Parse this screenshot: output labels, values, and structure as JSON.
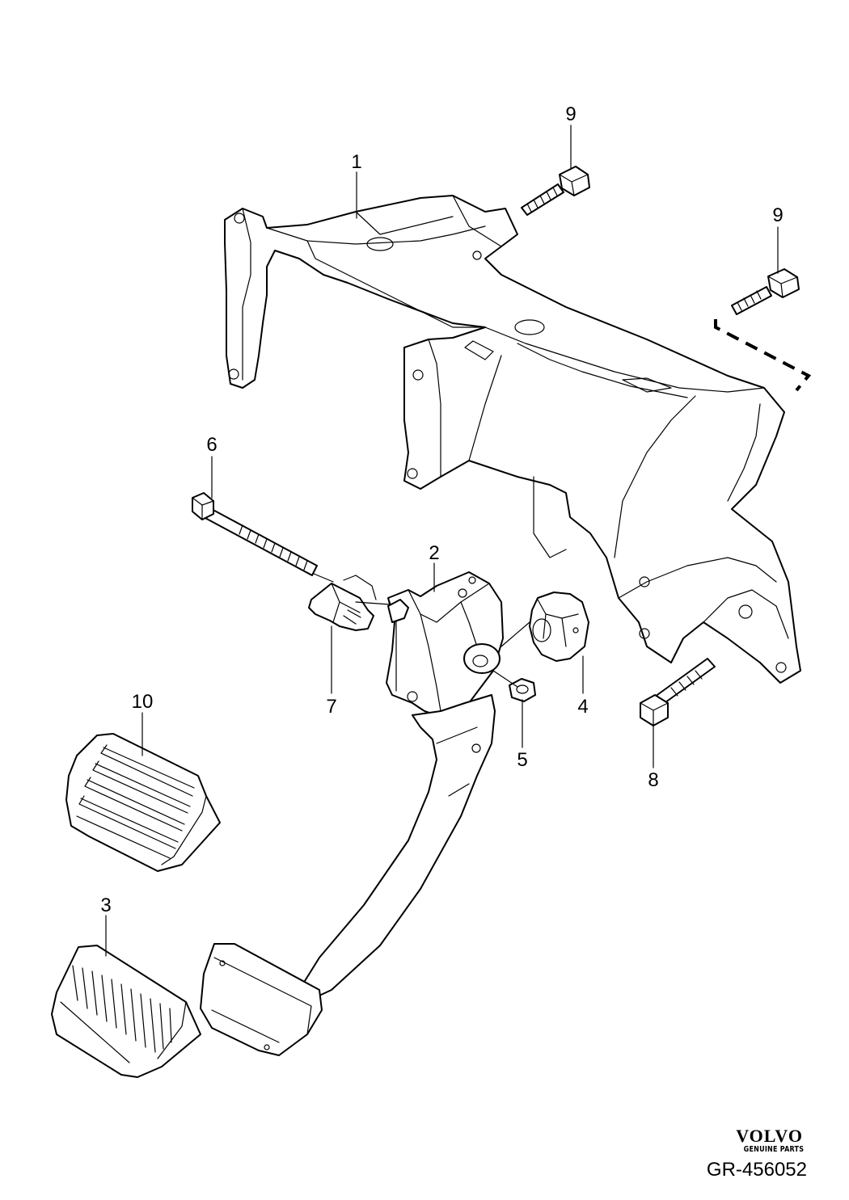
{
  "diagram": {
    "callouts": [
      {
        "id": "1",
        "text": "1"
      },
      {
        "id": "2",
        "text": "2"
      },
      {
        "id": "3",
        "text": "3"
      },
      {
        "id": "4",
        "text": "4"
      },
      {
        "id": "5",
        "text": "5"
      },
      {
        "id": "6",
        "text": "6"
      },
      {
        "id": "7",
        "text": "7"
      },
      {
        "id": "8",
        "text": "8"
      },
      {
        "id": "9a",
        "text": "9"
      },
      {
        "id": "9b",
        "text": "9"
      },
      {
        "id": "10",
        "text": "10"
      }
    ]
  },
  "footer": {
    "brand": "VOLVO",
    "brand_sub": "GENUINE PARTS",
    "reference": "GR-456052"
  }
}
